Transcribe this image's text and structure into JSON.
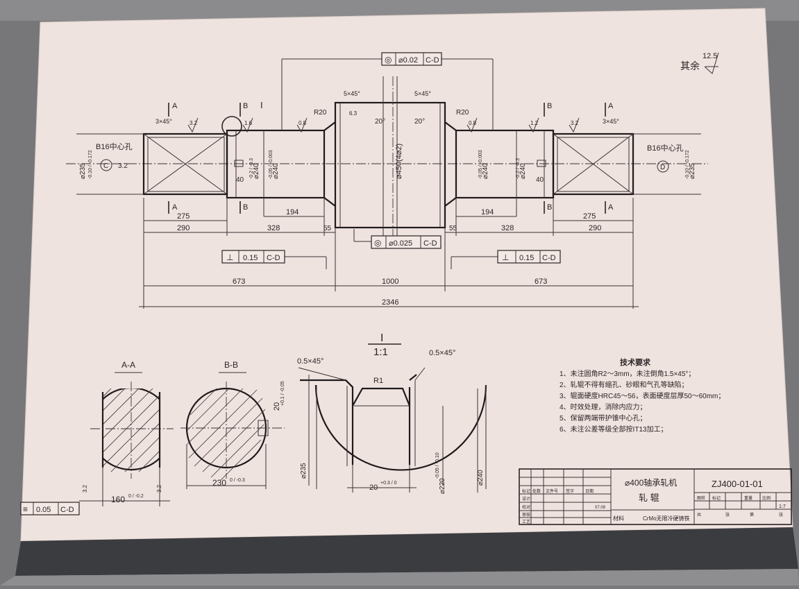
{
  "drawing": {
    "finish_others_label": "其余",
    "finish_others_value": "12.5",
    "section_markers": {
      "a": "A",
      "b": "B"
    },
    "detail_marker": "I",
    "center_hole_left": "B16中心孔",
    "center_hole_right": "B16中心孔",
    "datum_c": "C",
    "datum_d": "D",
    "datum_roughness": "3.2",
    "chamfer_journal": "3×45°",
    "chamfer_body": "5×45°",
    "fillet": "R20",
    "angle": "20°",
    "roughness_journal": "3.2",
    "roughness_neck": "1.6",
    "roughness_fillet": "0.8",
    "roughness_body": "6.3",
    "roughness_face": "1.2",
    "dia_end": "⌀235",
    "dia_end_tol": "-0.10 / -0.172",
    "dia_neck1": "⌀240",
    "dia_neck1_tol": "-0.2 / -0.3",
    "dia_neck2": "⌀240",
    "dia_neck2_tol": "-0.05 / -0.003",
    "dia_body": "⌀450(4⌀2)",
    "keyway_40": "40",
    "fcf_top": {
      "symbol": "◎",
      "value": "⌀0.02",
      "datum": "C-D"
    },
    "fcf_body": {
      "symbol": "◎",
      "value": "⌀0.025",
      "datum": "C-D"
    },
    "fcf_left": {
      "symbol": "⊥",
      "value": "0.15",
      "datum": "C-D"
    },
    "fcf_right": {
      "symbol": "⊥",
      "value": "0.15",
      "datum": "C-D"
    },
    "fcf_bottom": {
      "symbol": "≡",
      "value": "0.05",
      "datum": "C-D"
    },
    "dims": {
      "d275": "275",
      "d290": "290",
      "d194": "194",
      "d328": "328",
      "d55": "55",
      "d673": "673",
      "d1000": "1000",
      "d2346": "2346"
    }
  },
  "sections": {
    "aa_title": "A-A",
    "bb_title": "B-B",
    "aa_width": "160",
    "aa_width_tol": "0 / -0.2",
    "bb_width": "230",
    "bb_width_tol": "0 / -0.3",
    "bb_key": "20",
    "bb_key_tol": "+0.1 / -0.05",
    "roughness": "3.2"
  },
  "detail": {
    "title": "I",
    "scale": "1:1",
    "chamfer_left": "0.5×45°",
    "chamfer_right": "0.5×45°",
    "radius": "R1",
    "dia_235": "⌀235",
    "dia_220": "⌀220",
    "dia_220_tol": "-0.05 / -0.10",
    "dia_240": "⌀240",
    "width": "20",
    "width_tol": "+0.3 / 0"
  },
  "requirements": {
    "title": "技术要求",
    "items": [
      "1、未注圆角R2～3mm，未注倒角1.5×45°；",
      "2、轧辊不得有缩孔、砂眼和气孔等缺陷；",
      "3、辊面硬度HRC45～56，表面硬度层厚50～60mm；",
      "4、时效处理，消除内应力；",
      "5、保留两端带护锥中心孔；",
      "6、未注公差等级全部按IT13加工；"
    ]
  },
  "title_block": {
    "product": "⌀400轴承轧机",
    "part": "轧 辊",
    "drawing_no": "ZJ400-01-01",
    "material": "CrMo无限冷硬铸铁",
    "scale": "1:7",
    "date": "07.09",
    "row_labels": [
      "标记",
      "处数",
      "文件号",
      "签字",
      "日期"
    ],
    "side_labels": [
      "设计",
      "校对",
      "审核",
      "工艺"
    ],
    "right_labels": [
      "图样",
      "标记",
      "重量",
      "比例"
    ],
    "sheet_labels": [
      "共",
      "张",
      "第",
      "张"
    ],
    "material_label": "材料"
  }
}
